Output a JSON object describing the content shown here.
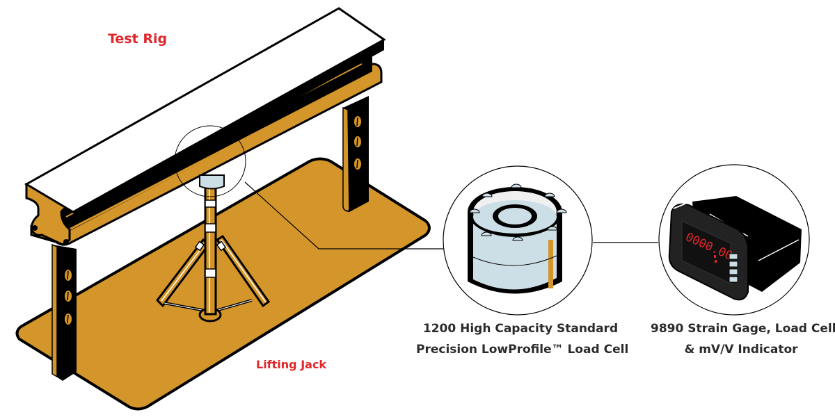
{
  "diagram": {
    "title_label": "Test Rig",
    "components": [
      {
        "id": "lifting-jack",
        "label": "Lifting Jack"
      },
      {
        "id": "load-cell",
        "caption_line1": "1200 High Capacity Standard",
        "caption_line2": "Precision LowProfile™ Load Cell"
      },
      {
        "id": "indicator",
        "caption_line1": "9890 Strain Gage, Load Cell,",
        "caption_line2": "& mV/V Indicator",
        "display_reading": "0000.00"
      }
    ],
    "colors": {
      "label_red": "#e0262b",
      "frame_gold": "#d4962a",
      "outline": "#000000",
      "beam_top": "#ffffff",
      "load_cell_body": "#cddfe6",
      "display_red": "#e0262b",
      "caption_text": "#2b2b2b"
    }
  }
}
